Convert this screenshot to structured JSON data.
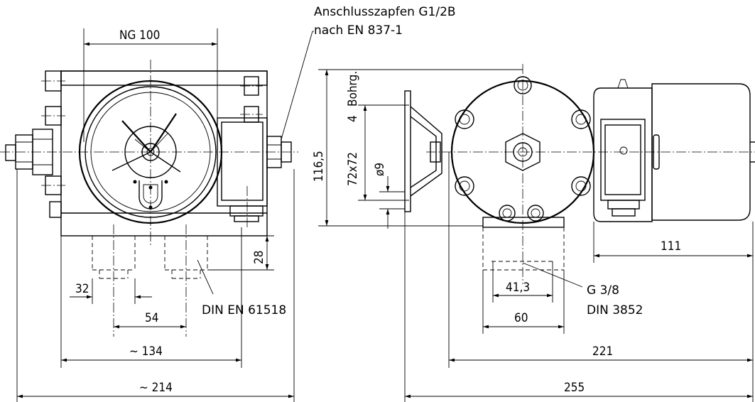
{
  "labels": {
    "connection_line1": "Anschlusszapfen G1/2B",
    "connection_line2": "nach EN 837-1",
    "nominal_size": "NG 100",
    "standard_din_en": "DIN EN 61518",
    "thread_line1": "G 3/8",
    "thread_line2": "DIN 3852",
    "bolt_pattern_72": "72x72",
    "bolt_count": "4",
    "bolt_holes": "Bohrg.",
    "hole_diameter": "ø9"
  },
  "dimensions": {
    "d_32": "32",
    "d_54": "54",
    "d_134": "~ 134",
    "d_214": "~ 214",
    "d_28": "28",
    "d_116_5": "116,5",
    "d_41_3": "41,3",
    "d_60": "60",
    "d_111": "111",
    "d_221": "221",
    "d_255": "255"
  }
}
